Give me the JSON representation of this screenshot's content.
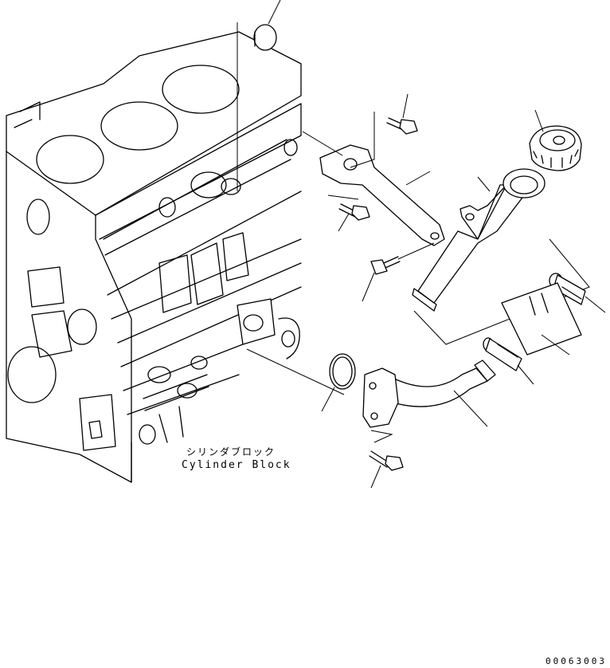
{
  "labels": {
    "cylinder_block_jp": "シリンダブロック",
    "cylinder_block_en": "Cylinder Block",
    "drawing_code": "00063003"
  },
  "colors": {
    "line": "#000000",
    "background": "#ffffff"
  }
}
